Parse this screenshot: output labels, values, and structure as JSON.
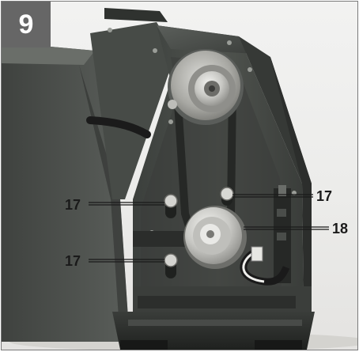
{
  "figure": {
    "number": "9",
    "callouts": {
      "left_upper": "17",
      "right_upper": "17",
      "left_lower": "17",
      "pulley": "18"
    }
  },
  "colors": {
    "badge_bg": "#666666",
    "badge_text": "#ffffff",
    "housing": "#4a4e4b",
    "housing_dark": "#2f322f",
    "pulley_metal": "#c9c9c6",
    "belt": "#2a2a2a",
    "callout_text": "#1a1a1a"
  }
}
